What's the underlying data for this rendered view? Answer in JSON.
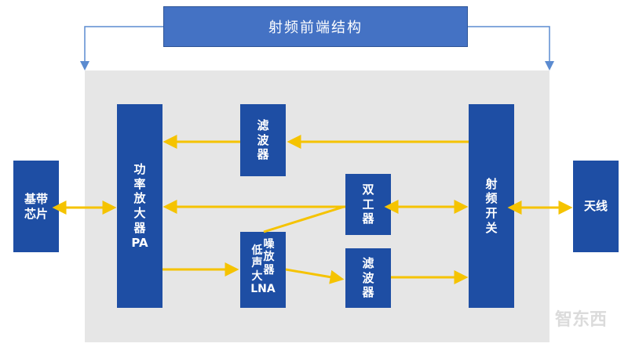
{
  "title": "射频前端结构",
  "blocks": {
    "baseband": [
      "基带",
      "芯片"
    ],
    "pa": [
      "功",
      "率",
      "放",
      "大",
      "器",
      "PA"
    ],
    "filter_top": [
      "滤",
      "波",
      "器"
    ],
    "duplexer": [
      "双",
      "工",
      "器"
    ],
    "lna": [
      "低",
      "噪",
      "声",
      "放",
      "大",
      "器",
      "LNA"
    ],
    "filter_bottom": [
      "滤",
      "波",
      "器"
    ],
    "rf_switch": [
      "射",
      "频",
      "开",
      "关"
    ],
    "antenna": "天线"
  },
  "watermark": "智东西",
  "colors": {
    "block_blue": "#1e4ea4",
    "title_blue": "#4472c4",
    "panel_gray": "#e6e6e6",
    "arrow_yellow": "#f5c300",
    "bracket_blue": "#5b8bd0"
  }
}
